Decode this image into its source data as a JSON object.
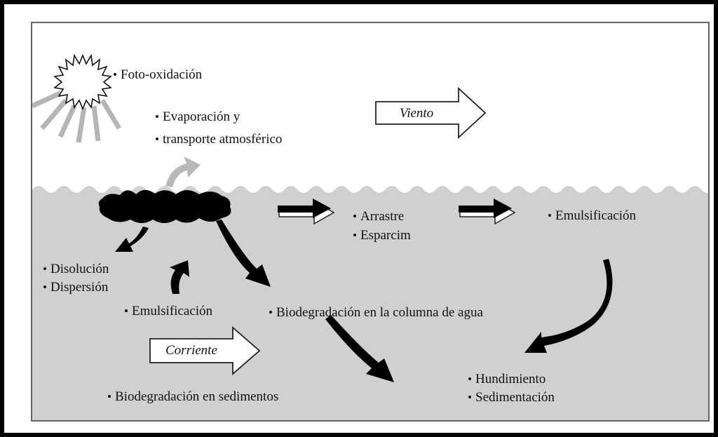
{
  "labels": {
    "foto_oxidacion": "Foto-oxidación",
    "evaporacion": "Evaporación y",
    "transporte": "transporte atmosférico",
    "viento": "Viento",
    "arrastre": "Arrastre",
    "esparcim": "Esparcim",
    "emulsificacion_right": "Emulsificación",
    "disolucion": "Disolución",
    "dispersion": "Dispersión",
    "emulsificacion_left": "Emulsificación",
    "biodeg_columna": "Biodegradación en la columna de agua",
    "corriente": "Corriente",
    "hundimiento": "Hundimiento",
    "sedimentacion": "Sedimentación",
    "biodeg_sedimentos": "Biodegradación en sedimentos"
  },
  "colors": {
    "water": "#d0d0d0",
    "oil": "#000000",
    "sun_rays": "#b5b5b5",
    "outline": "#222222"
  },
  "icons": {
    "sun": "sun-icon",
    "oil_slick": "oil-slick-icon"
  }
}
